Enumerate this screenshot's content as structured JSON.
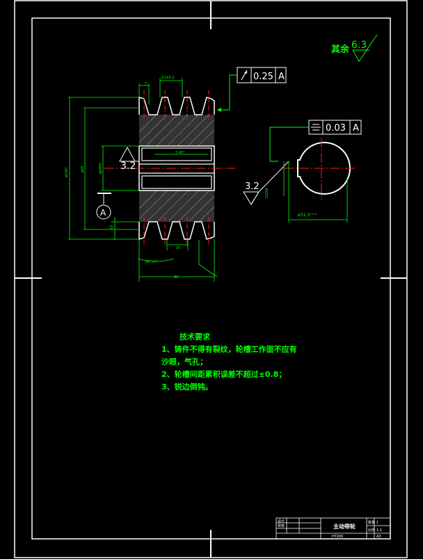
{
  "roughness_note": {
    "label": "其余",
    "value": "6.3"
  },
  "tolerances": {
    "runout": {
      "value": "0.25",
      "datum": "A"
    },
    "symmetry": {
      "value": "0.03",
      "datum": "A"
    }
  },
  "roughness": {
    "bore": "3.2",
    "keyway": "3.2"
  },
  "datum_label": "A",
  "dims": {
    "groove_pitch": "13±0.2",
    "top_small": "7",
    "hub_dia": "2.45°",
    "outer_dia": "ø234²",
    "mid_dia": "ø20",
    "bore_dia": "ø64H7",
    "keyway_depth": "ø31.3⁺⁰·²",
    "keyway_width": "18",
    "groove_depth": "14",
    "groove_angle": "34°±1°",
    "width": "80",
    "keyway_side": "10",
    "key_w": "12JS9"
  },
  "tech": {
    "title": "技术要求",
    "line1": "1、铸件不得有裂纹，轮槽工作面不应有",
    "line2": "沙眼，气孔；",
    "line3": "2、轮槽间距累积误差不超过±0.8；",
    "line4": "3、锐边倒钝。"
  },
  "title_block": {
    "name": "主动带轮",
    "r1": "设计",
    "r2": "校核",
    "r3": "HT200",
    "qty_label": "数量",
    "qty": "1",
    "scale_label": "比例",
    "scale": "1:1",
    "sheet": "A3"
  }
}
